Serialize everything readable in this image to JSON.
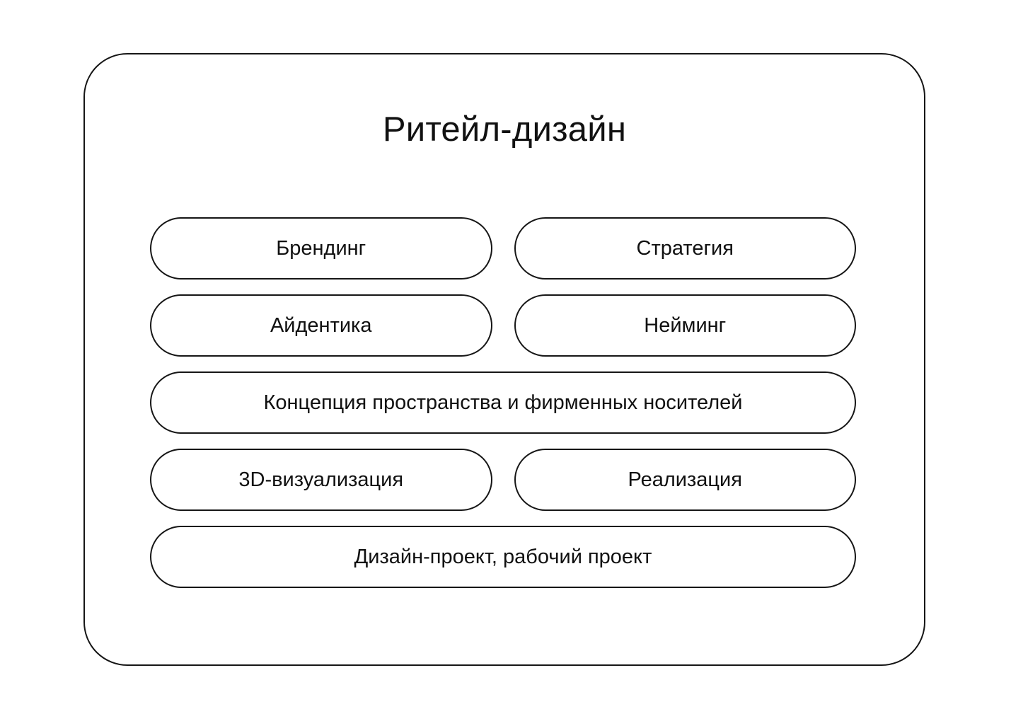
{
  "diagram": {
    "title": "Ритейл-дизайн",
    "accent_color": "#161616",
    "background_color": "#ffffff",
    "pills": [
      {
        "label": "Брендинг"
      },
      {
        "label": "Стратегия"
      },
      {
        "label": "Айдентика"
      },
      {
        "label": "Нейминг"
      },
      {
        "label": "Концепция пространства и фирменных носителей"
      },
      {
        "label": "3D-визуализация"
      },
      {
        "label": "Реализация"
      },
      {
        "label": "Дизайн-проект, рабочий проект"
      }
    ]
  }
}
